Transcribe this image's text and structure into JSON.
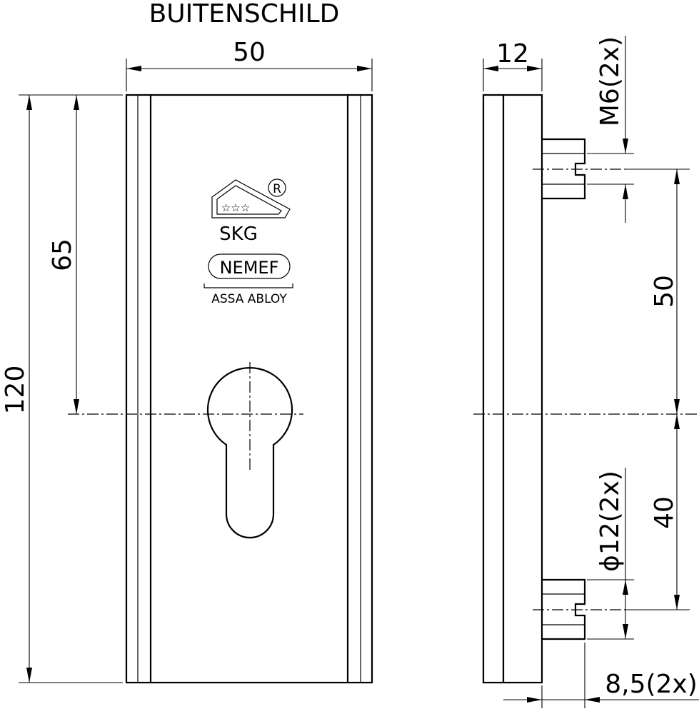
{
  "drawing": {
    "title": "BUITENSCHILD",
    "logos": {
      "skg_text": "SKG",
      "registered_mark": "R",
      "nemef_text": "NEMEF",
      "assa_abloy_text": "ASSA ABLOY"
    },
    "dimensions": {
      "width": "50",
      "height": "120",
      "cylinder_center_from_top": "65",
      "thickness": "12",
      "thread": "M6(2x)",
      "upper_stud_offset": "50",
      "lower_stud_offset": "40",
      "stud_diameter": "ϕ12(2x)",
      "stud_length": "8,5(2x)"
    }
  }
}
